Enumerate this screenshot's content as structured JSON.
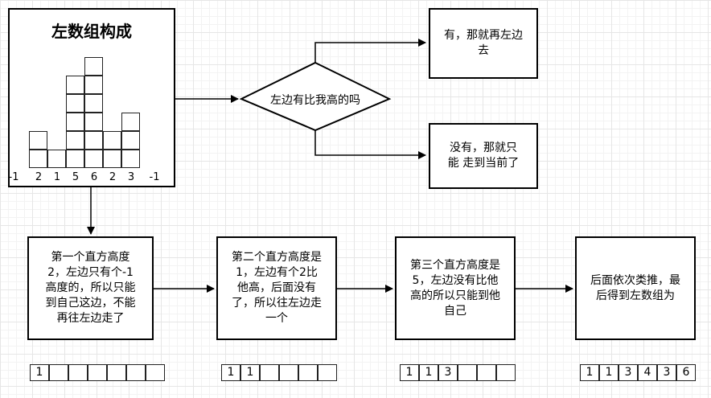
{
  "left_panel": {
    "title": "左数组构成",
    "heights": [
      2,
      1,
      5,
      6,
      2,
      3
    ],
    "x_labels": [
      "-1",
      "2",
      "1",
      "5",
      "6",
      "2",
      "3",
      "-1"
    ]
  },
  "decision": {
    "text": "左边有比我高的吗"
  },
  "yes_box": {
    "line1": "有，那就再左边",
    "line2": "去"
  },
  "no_box": {
    "line1": "没有，那就只",
    "line2": "能 走到当前了"
  },
  "steps": [
    {
      "lines": [
        "第一个直方高度",
        "2，左边只有个-1",
        "高度的，所以只能",
        "到自己这边，不能",
        "再往左边走了"
      ],
      "array": [
        "1",
        "",
        "",
        "",
        "",
        "",
        ""
      ]
    },
    {
      "lines": [
        "第二个直方高度是",
        "1，左边有个2比",
        "他高，后面没有",
        "了，所以往左边走",
        "一个"
      ],
      "array": [
        "1",
        "1",
        "",
        "",
        "",
        ""
      ]
    },
    {
      "lines": [
        "第三个直方高度是",
        "5，左边没有比他",
        "高的所以只能到他",
        "自己"
      ],
      "array": [
        "1",
        "1",
        "3",
        "",
        "",
        ""
      ]
    },
    {
      "lines": [
        "后面依次类推，最",
        "后得到左数组为"
      ],
      "array": [
        "1",
        "1",
        "3",
        "4",
        "3",
        "6"
      ]
    }
  ]
}
